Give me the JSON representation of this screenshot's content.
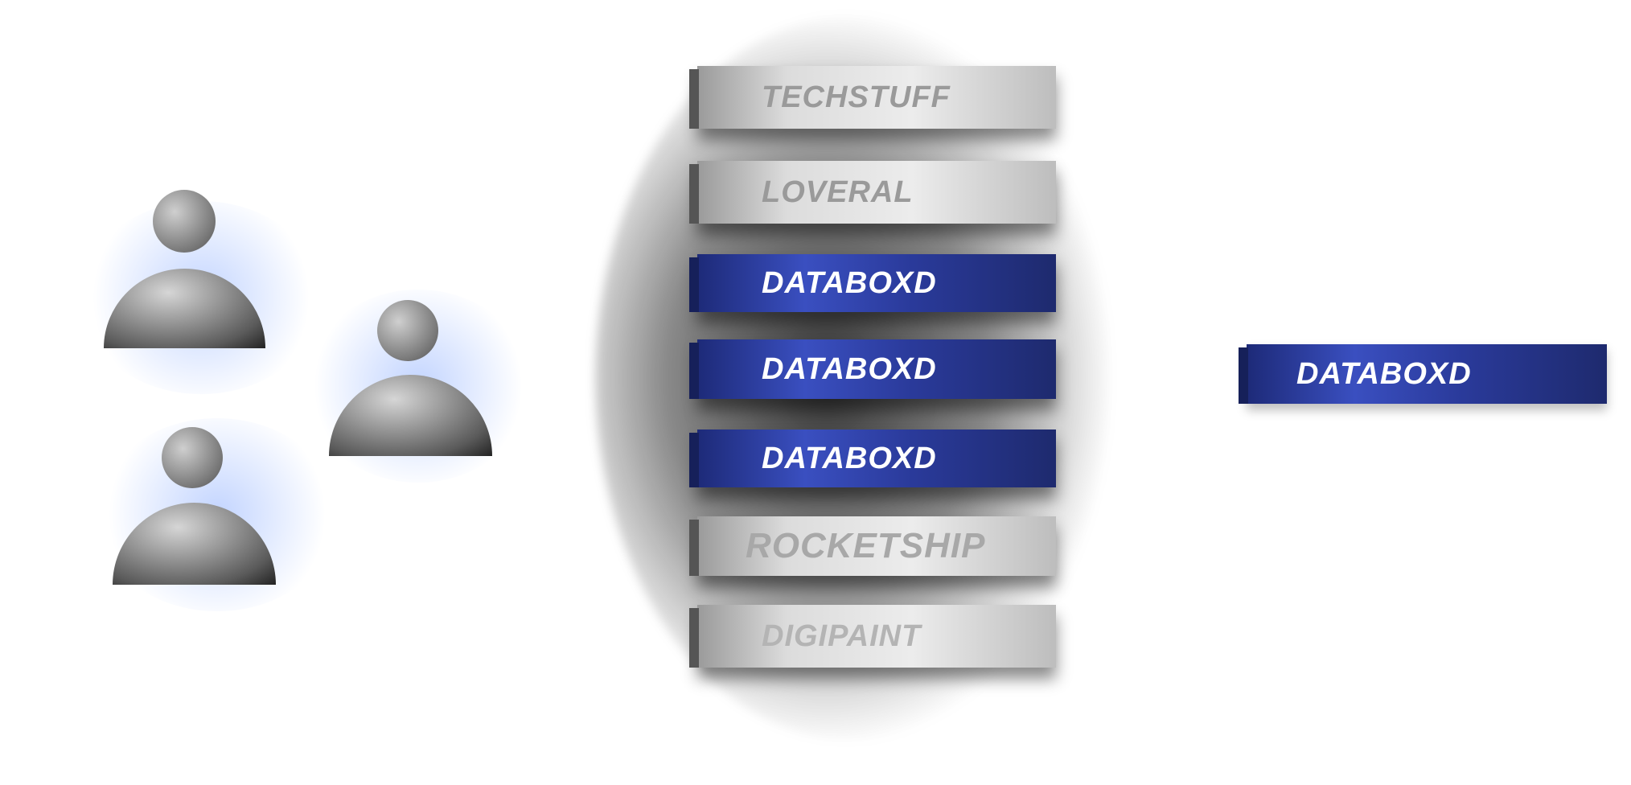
{
  "stack": [
    "TECHSTUFF",
    "LOVERAL",
    "DATABOXD",
    "DATABOXD",
    "DATABOXD",
    "ROCKETSHIP",
    "DIGIPAINT"
  ],
  "result": "DATABOXD",
  "colors": {
    "brand_blue": "#2a3a9a",
    "grey": "#dcdcdc"
  }
}
